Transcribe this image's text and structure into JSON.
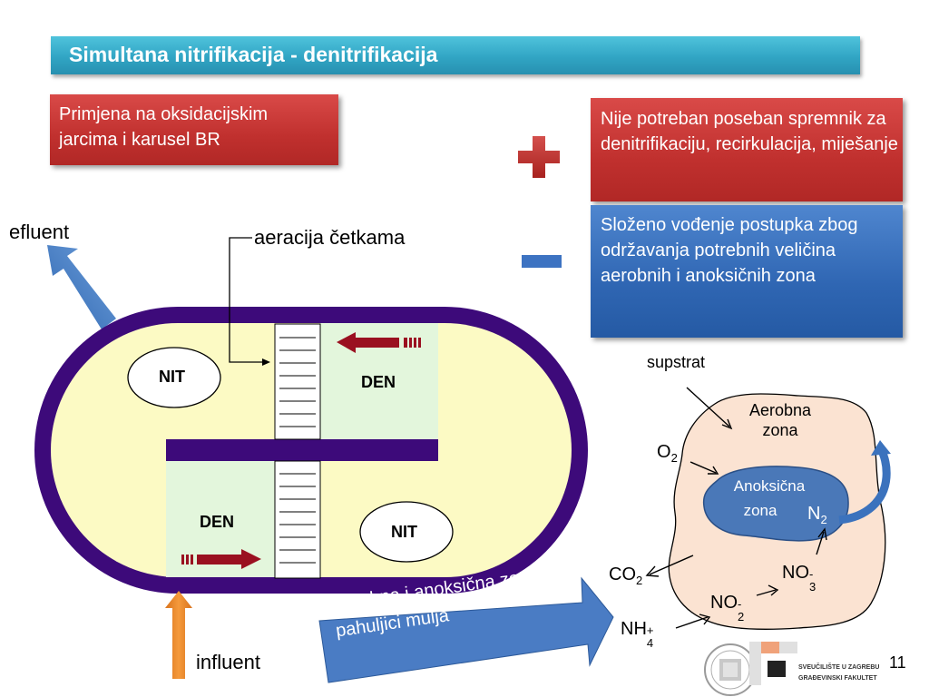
{
  "title": "Simultana nitrifikacija - denitrifikacija",
  "box_application": "Primjena na oksidacijskim jarcima i karusel BR",
  "box_plus": "Nije potreban poseban spremnik za denitrifikaciju, recirkulacija, miješanje",
  "box_minus": "Složeno vođenje postupka zbog održavanja potrebnih veličina aerobnih i anoksičnih zona",
  "plus_icon": "plus-icon",
  "minus_icon": "minus-icon",
  "efluent": "efluent",
  "influent": "influent",
  "aeration": "aeracija četkama",
  "nit": "NIT",
  "den": "DEN",
  "supstrat": "supstrat",
  "aerobic_zone": "Aerobna zona",
  "anoxic_zone_1": "Anoksična",
  "anoxic_zone_2": "zona",
  "o2": "O",
  "o2_sub": "2",
  "n2": "N",
  "n2_sub": "2",
  "co2": "CO",
  "co2_sub": "2",
  "no3": "NO",
  "no3_sub": "3",
  "no3_sup": "-",
  "no2": "NO",
  "no2_sub": "2",
  "no2_sup": "-",
  "nh4": "NH",
  "nh4_sub": "4",
  "nh4_sup": "+",
  "floc_callout": "Aerobna i anoksična zona u pahuljici mulja",
  "logo_text_1": "SVEUČILIŠTE U ZAGREBU",
  "logo_text_2": "GRAĐEVINSKI FAKULTET",
  "page_number": "11",
  "colors": {
    "title": "#31a5c4",
    "red_box": "#c0302e",
    "blue_box": "#2f66b3",
    "tank_wall": "#3d0a7a",
    "tank_fill": "#fcfac4",
    "den_fill": "#e3f6dc",
    "arrow_red": "#9a1020",
    "floc_fill": "#fbe3d2",
    "anoxic_fill": "#4a78b8"
  }
}
